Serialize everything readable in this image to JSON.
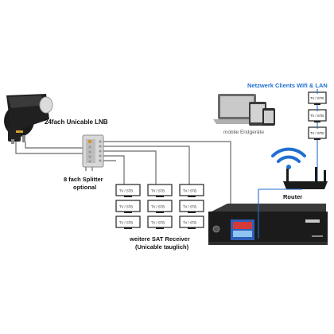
{
  "lnb": {
    "label": "24fach Unicable LNB"
  },
  "splitter": {
    "label_line1": "8 fach Splitter",
    "label_line2": "optional"
  },
  "receivers": {
    "label_line1": "weitere SAT Receiver",
    "label_line2": "(Unicable tauglich)",
    "box_label": "TV / STB",
    "grid": [
      [
        "TV / STB",
        "TV / STB",
        "TV / STB"
      ],
      [
        "TV / STB",
        "TV / STB",
        "TV / STB"
      ],
      [
        "TV / STB",
        "TV / STB",
        "TV / STB"
      ]
    ]
  },
  "network": {
    "title": "Netzwerk Clients Wifi & LAN",
    "mobile_label": "mobile Endgeräte",
    "clients": [
      "TV / STB",
      "TV / STB",
      "TV / STB"
    ]
  },
  "router": {
    "label": "Router"
  },
  "colors": {
    "accent": "#1f6fd1",
    "line": "#6b6b6b",
    "device": "#1b1b1b"
  }
}
